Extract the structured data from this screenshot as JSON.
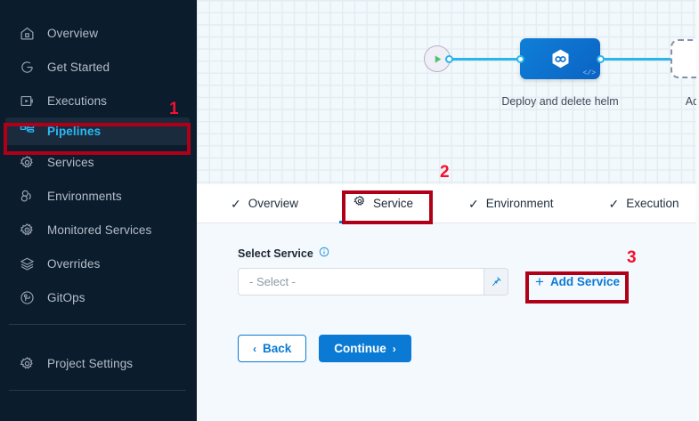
{
  "sidebar": {
    "items": [
      {
        "label": "Overview",
        "icon": "home-icon",
        "active": false
      },
      {
        "label": "Get Started",
        "icon": "get-started-icon",
        "active": false
      },
      {
        "label": "Executions",
        "icon": "executions-play-icon",
        "active": false
      },
      {
        "label": "Pipelines",
        "icon": "pipelines-icon",
        "active": true
      },
      {
        "label": "Services",
        "icon": "gear-icon",
        "active": false
      },
      {
        "label": "Environments",
        "icon": "environments-icon",
        "active": false
      },
      {
        "label": "Monitored Services",
        "icon": "monitored-services-icon",
        "active": false
      },
      {
        "label": "Overrides",
        "icon": "layers-icon",
        "active": false
      },
      {
        "label": "GitOps",
        "icon": "gitops-icon",
        "active": false
      }
    ],
    "footer": {
      "label": "Project Settings",
      "icon": "gear-icon"
    }
  },
  "canvas": {
    "stage": {
      "name": "Deploy and delete helm",
      "icon": "helm-hexagon-icon",
      "code_glyph": "</>"
    },
    "add_stage": {
      "label": "Add Stage",
      "glyph": "+"
    },
    "start_node": "start-play-icon",
    "end_node": "end-stop-icon"
  },
  "tabs": [
    {
      "label": "Overview",
      "icon": "check-icon",
      "glyph": "✓",
      "active": false
    },
    {
      "label": "Service",
      "icon": "gear-icon",
      "glyph": "",
      "active": true
    },
    {
      "label": "Environment",
      "icon": "check-icon",
      "glyph": "✓",
      "active": false
    },
    {
      "label": "Execution",
      "icon": "check-icon",
      "glyph": "✓",
      "active": false
    }
  ],
  "form": {
    "select_service_label": "Select Service",
    "select_service_info_icon": "info-icon",
    "select_placeholder": "- Select -",
    "pin_icon": "pin-icon",
    "add_service_label": "Add Service",
    "add_service_plus": "+",
    "back_label": "Back",
    "back_chevron": "‹",
    "continue_label": "Continue",
    "continue_chevron": "›"
  },
  "annotations": [
    {
      "number": "1",
      "target": "sidebar-item-pipelines"
    },
    {
      "number": "2",
      "target": "tab-service"
    },
    {
      "number": "3",
      "target": "add-service-button"
    }
  ],
  "colors": {
    "sidebar_bg": "#0b1c2d",
    "active_accent": "#2ab8f5",
    "primary_blue": "#0b7ad4",
    "edge_cyan": "#29b6e8",
    "annotation_red": "#b00018",
    "annotation_number_red": "#f5102e",
    "panel_bg": "#f4f9fd"
  }
}
